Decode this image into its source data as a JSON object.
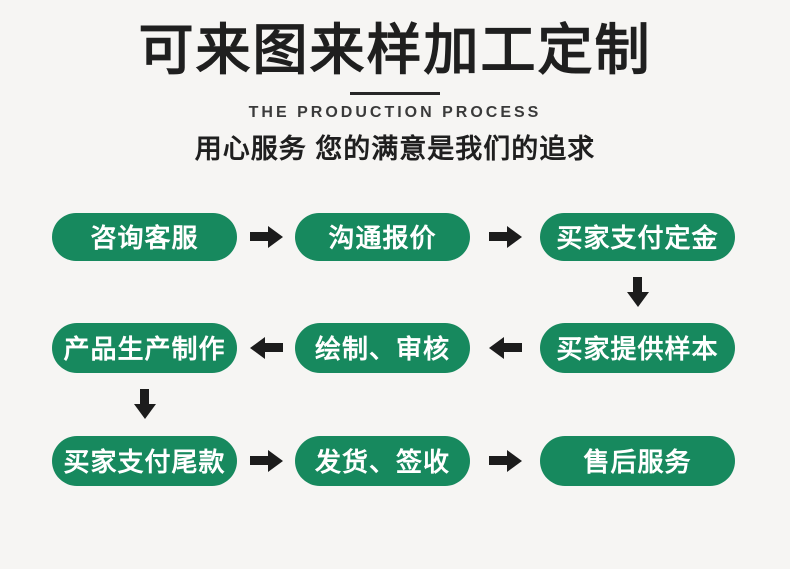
{
  "header": {
    "title": "可来图来样加工定制",
    "subtitle": "THE PRODUCTION PROCESS",
    "tagline": "用心服务 您的满意是我们的追求"
  },
  "flow": {
    "rows": [
      {
        "direction": "right",
        "steps": [
          "咨询客服",
          "沟通报价",
          "买家支付定金"
        ]
      },
      {
        "direction": "left",
        "steps": [
          "产品生产制作",
          "绘制、审核",
          "买家提供样本"
        ]
      },
      {
        "direction": "right",
        "steps": [
          "买家支付尾款",
          "发货、签收",
          "售后服务"
        ]
      }
    ],
    "vertical_connectors": [
      {
        "after_row": 1,
        "column": 3,
        "direction": "down"
      },
      {
        "after_row": 2,
        "column": 1,
        "direction": "down"
      }
    ]
  },
  "colors": {
    "background": "#f6f5f3",
    "pill_green": "#17895e",
    "pill_text": "#ffffff",
    "arrow_black": "#1c1c1c",
    "title_black": "#1f1f1f"
  },
  "icons": {
    "arrow_right": "➡",
    "arrow_left": "⬅",
    "arrow_down": "⬇"
  }
}
